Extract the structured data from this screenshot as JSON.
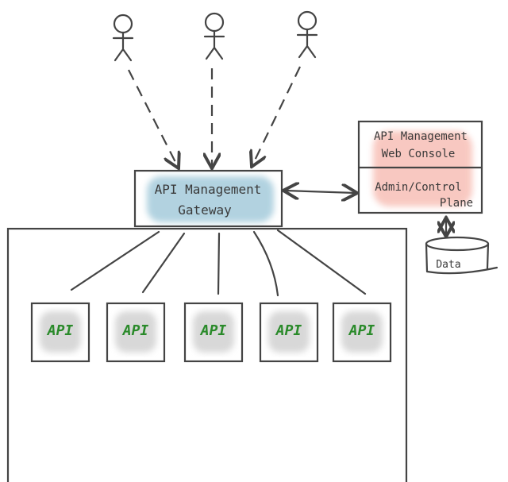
{
  "gateway": {
    "line1": "API Management",
    "line2": "Gateway",
    "wash_color": "#7fb5cc"
  },
  "console": {
    "title_line1": "API Management",
    "title_line2": "Web Console",
    "plane_line1": "Admin/Control",
    "plane_line2": "Plane",
    "wash_color": "#f4a598"
  },
  "datastore": {
    "label": "Data"
  },
  "apis": [
    {
      "label": "API"
    },
    {
      "label": "API"
    },
    {
      "label": "API"
    },
    {
      "label": "API"
    },
    {
      "label": "API"
    }
  ],
  "colors": {
    "api_text": "#2a8a2a",
    "api_wash": "#c8c8c8",
    "stroke": "#444444"
  }
}
